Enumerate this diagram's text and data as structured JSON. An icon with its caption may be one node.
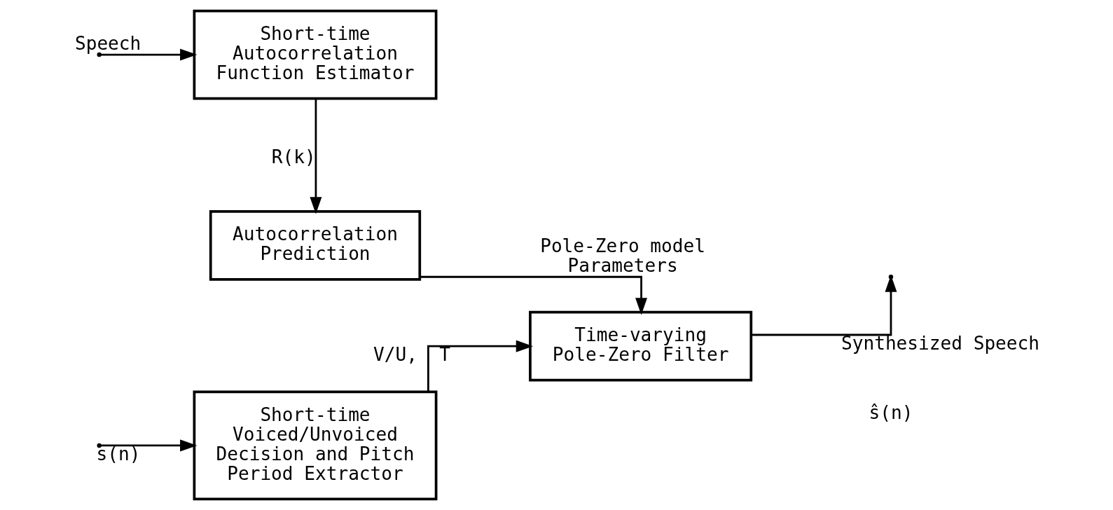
{
  "diagram": {
    "nodes": [
      {
        "text": [
          "Short-time Autocorrelation Function Estimator"
        ]
      },
      {
        "text": [
          "Autocorrelation Prediction"
        ]
      },
      {
        "text": [
          "Short-time Voiced/Unvoiced Decision and Pitch Period Extractor"
        ]
      },
      {
        "text": [
          "Time-varying Pole-Zero Filter"
        ]
      }
    ],
    "edges": [
      {
        "from": null,
        "to": 0,
        "arrow": "to",
        "label": "Speech"
      },
      {
        "from": null,
        "to": 2,
        "arrow": "to",
        "label": "s(n)"
      },
      {
        "from": 0,
        "to": 1,
        "arrow": "to",
        "label": "R(k)"
      },
      {
        "from": 1,
        "to": 3,
        "arrow": "to",
        "label": "Pole-Zero model Parameters"
      },
      {
        "from": 2,
        "to": 3,
        "arrow": "to",
        "label": "V/U,  T"
      },
      {
        "from": 3,
        "to": null,
        "arrow": "to",
        "label": "Synthesized Speech"
      }
    ],
    "labels": [
      "ŝ(n)"
    ]
  }
}
